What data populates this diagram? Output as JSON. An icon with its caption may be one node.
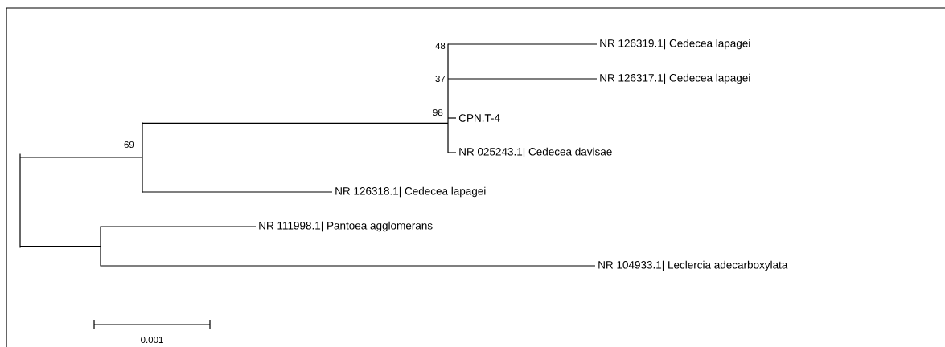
{
  "diagram": {
    "nodes": [
      {
        "text": [],
        "shape": "bar"
      },
      {
        "text": [],
        "shape": "bar"
      },
      {
        "text": [],
        "shape": "bar",
        "beside": [
          "69"
        ]
      },
      {
        "text": [],
        "shape": "bar",
        "beside": [
          "98"
        ]
      },
      {
        "text": [
          "NR 126319.1| Cedecea lapagei"
        ]
      },
      {
        "text": [
          "NR 126317.1| Cedecea lapagei"
        ]
      },
      {
        "text": [
          "CPN.T-4"
        ]
      },
      {
        "text": [
          "NR 025243.1| Cedecea davisae"
        ]
      },
      {
        "text": [
          "NR 126318.1| Cedecea lapagei"
        ]
      },
      {
        "text": [
          "NR 111998.1| Pantoea agglomerans"
        ]
      },
      {
        "text": [
          "NR 104933.1| Leclercia adecarboxylata"
        ]
      }
    ],
    "edges": [
      {
        "from": 0,
        "to": 2,
        "arrow": "none"
      },
      {
        "from": 0,
        "to": 1,
        "arrow": "none"
      },
      {
        "from": 2,
        "to": 3,
        "arrow": "none"
      },
      {
        "from": 2,
        "to": 8,
        "arrow": "none"
      },
      {
        "from": 3,
        "to": 4,
        "arrow": "none"
      },
      {
        "from": 3,
        "to": 5,
        "arrow": "none"
      },
      {
        "from": 3,
        "to": 6,
        "arrow": "none"
      },
      {
        "from": 3,
        "to": 7,
        "arrow": "none"
      },
      {
        "from": 1,
        "to": 9,
        "arrow": "none"
      },
      {
        "from": 1,
        "to": 10,
        "arrow": "none"
      }
    ],
    "labels": [
      "48",
      "37",
      "0.001"
    ]
  }
}
